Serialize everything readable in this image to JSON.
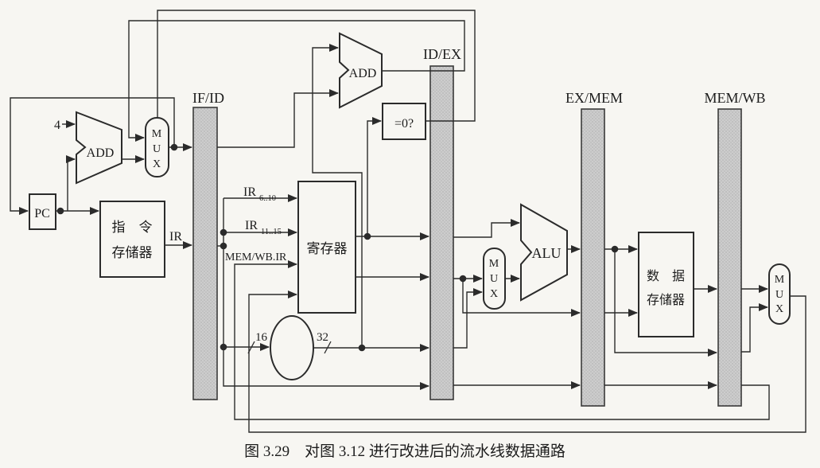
{
  "diagram": {
    "caption": "图 3.29　对图 3.12 进行改进后的流水线数据通路",
    "stage_labels": {
      "if_id": "IF/ID",
      "id_ex": "ID/EX",
      "ex_mem": "EX/MEM",
      "mem_wb": "MEM/WB"
    },
    "blocks": {
      "pc": "PC",
      "instr_mem_line1": "指　令",
      "instr_mem_line2": "存储器",
      "regfile": "寄存器",
      "data_mem_line1": "数　据",
      "data_mem_line2": "存储器",
      "pc_adder": "ADD",
      "branch_adder": "ADD",
      "alu": "ALU",
      "zero_test": "=0?"
    },
    "mux": {
      "m": "M",
      "u": "U",
      "x": "X"
    },
    "wires": {
      "const_four": "4",
      "ir": "IR",
      "ir_field1_base": "IR",
      "ir_field1_sub": "6..10",
      "ir_field2_base": "IR",
      "ir_field2_sub": "11..15",
      "mem_wb_ir": "MEM/WB.IR",
      "extend_in_width": "16",
      "extend_out_width": "32"
    },
    "colors": {
      "line": "#2b2b2b",
      "bar_fill": "#cdcdcd",
      "bar_stroke": "#3a3a3a",
      "background": "#f7f6f2",
      "text": "#1c1c1c"
    }
  }
}
